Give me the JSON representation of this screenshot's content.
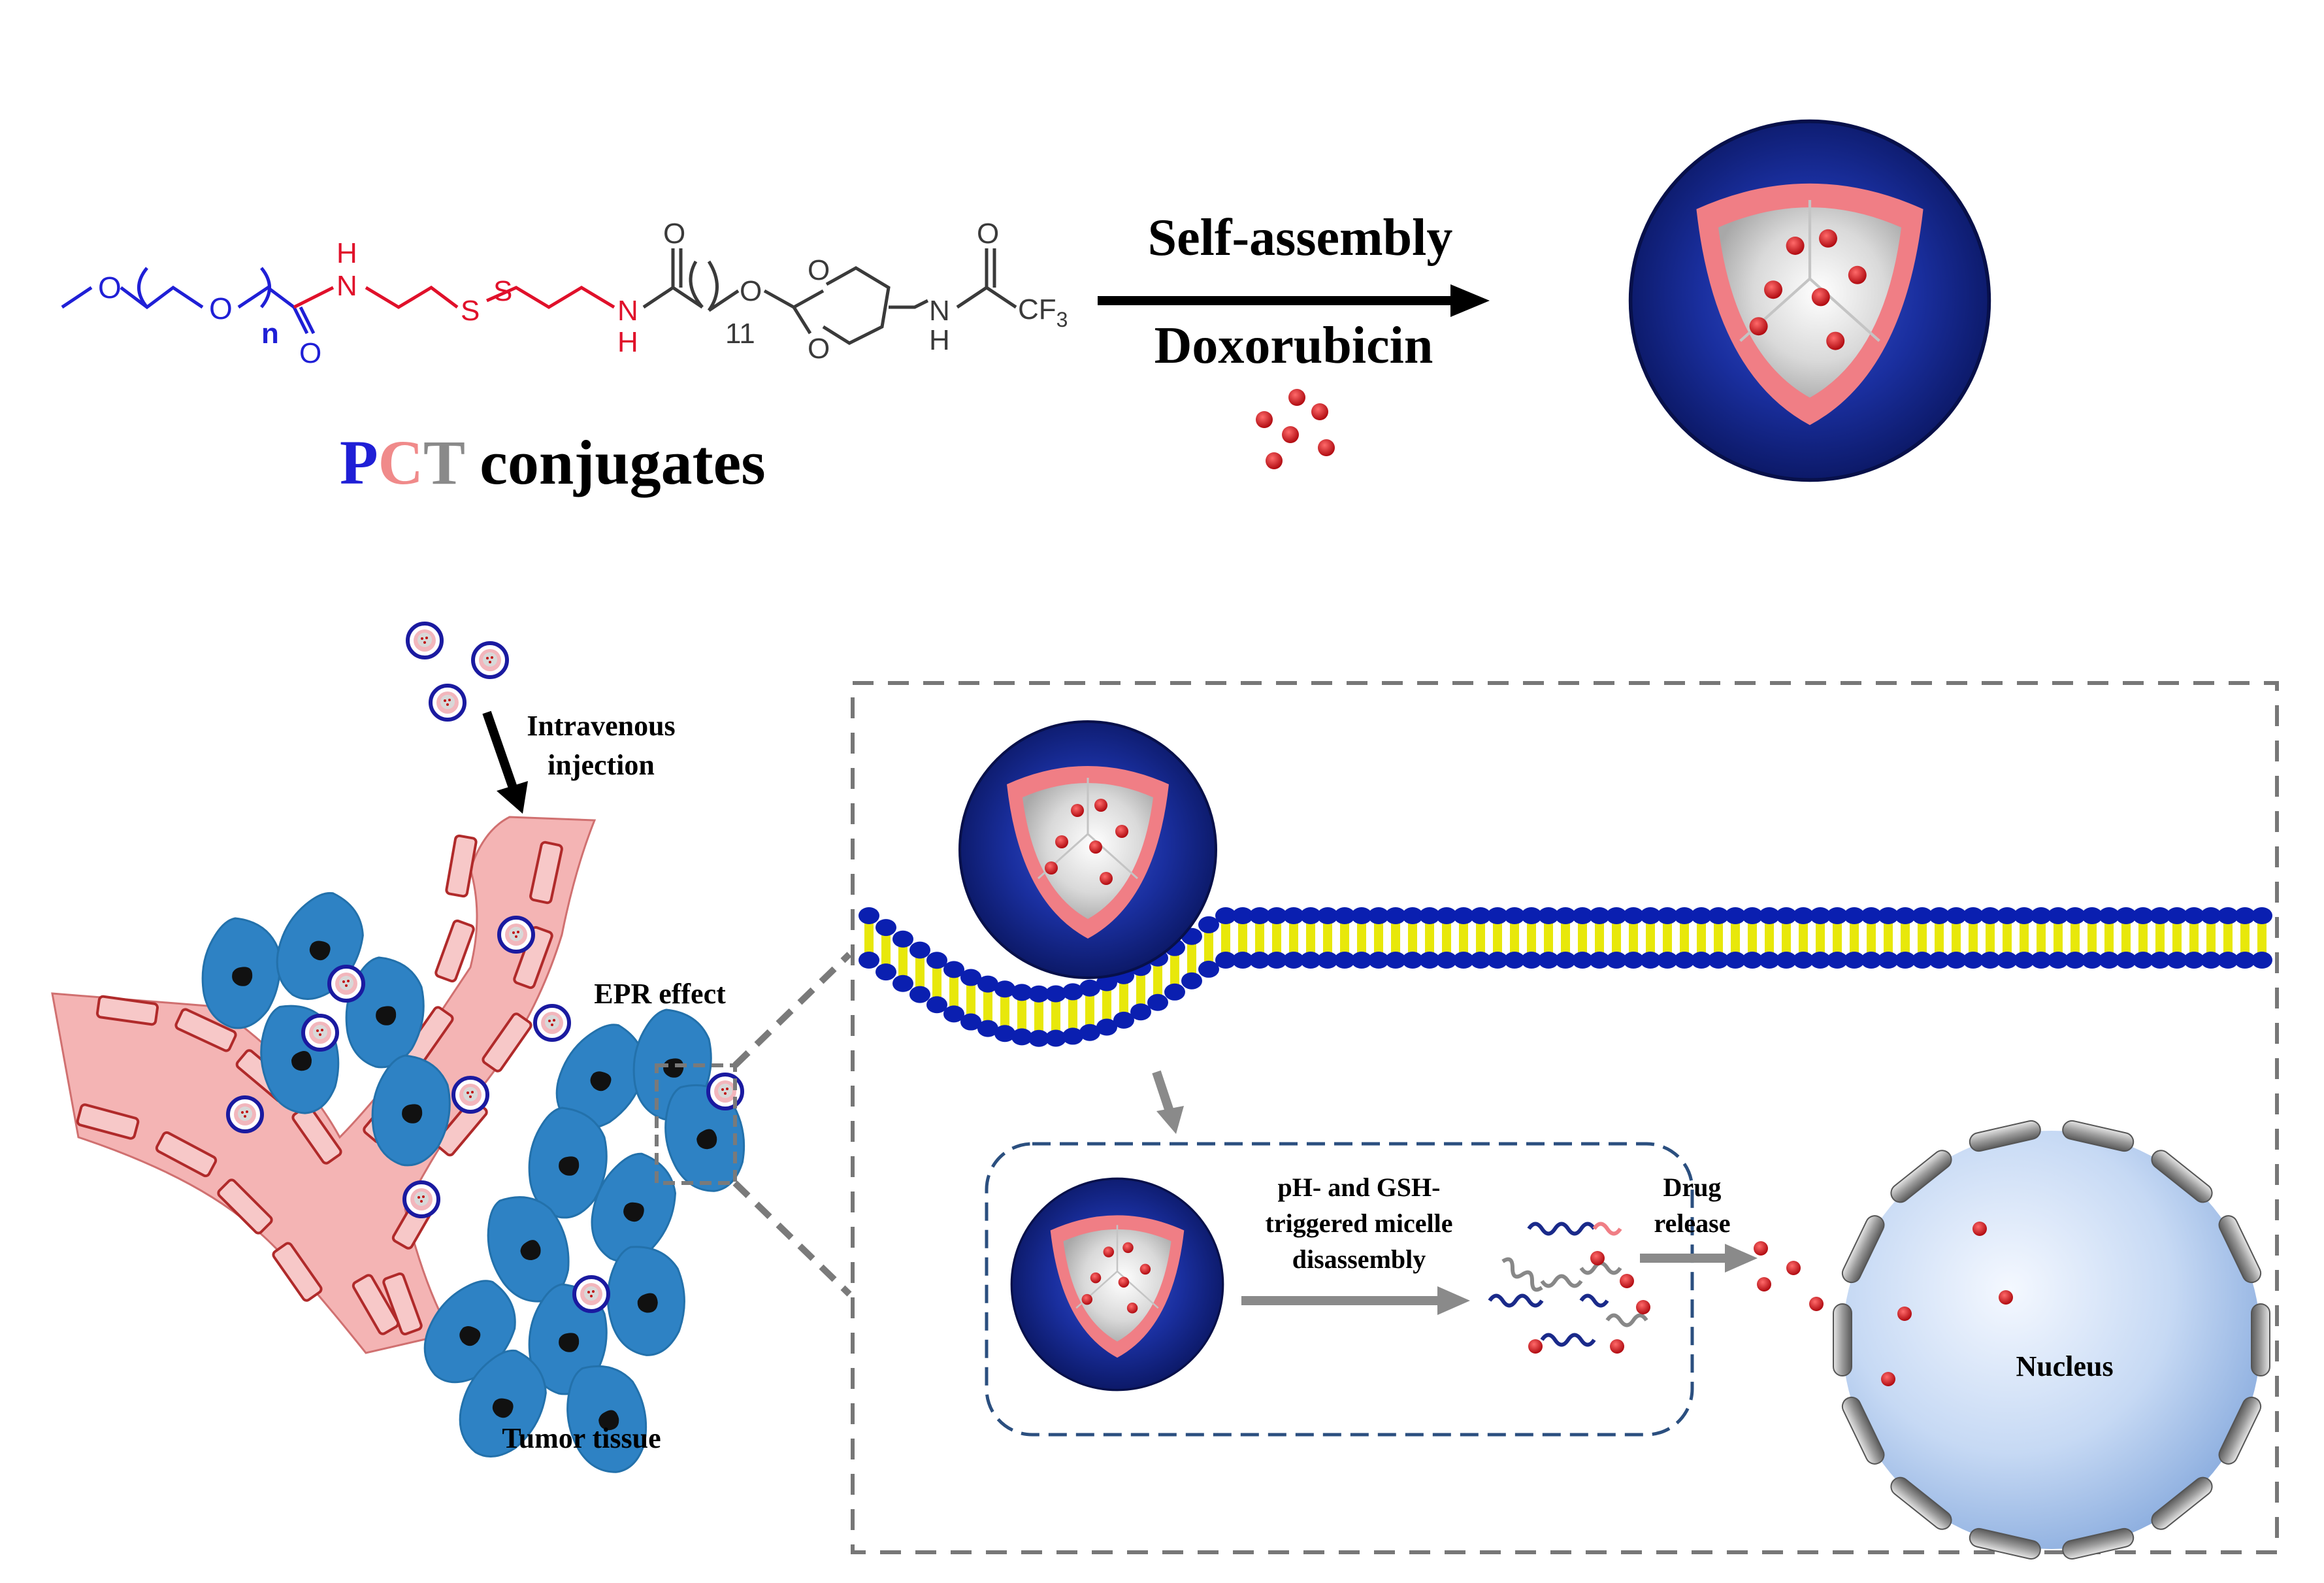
{
  "chemistry": {
    "peg_o_left": "O",
    "peg_o_right": "O",
    "peg_n": "n",
    "amide1_o": "O",
    "amide1_n": "N",
    "amide1_h": "H",
    "s_left": "S",
    "s_right": "S",
    "amide2_n": "N",
    "amide2_h": "H",
    "amide2_o": "O",
    "chain_o": "O",
    "chain_count": "11",
    "ring_o_top": "O",
    "ring_o_bottom": "O",
    "tfa_n": "N",
    "tfa_h": "H",
    "tfa_o": "O",
    "tfa_cf3": "CF",
    "tfa_sub": "3",
    "conjugate_p": "P",
    "conjugate_c": "C",
    "conjugate_t": "T",
    "conjugate_rest": " conjugates"
  },
  "top_arrow": {
    "above": "Self-assembly",
    "below": "Doxorubicin"
  },
  "labels": {
    "injection_line1": "Intravenous",
    "injection_line2": "injection",
    "epr": "EPR effect",
    "tumor": "Tumor tissue",
    "trigger_line1": "pH- and GSH-",
    "trigger_line2": "triggered micelle",
    "trigger_line3": "disassembly",
    "drug_line1": "Drug",
    "drug_line2": "release",
    "nucleus": "Nucleus"
  },
  "colors": {
    "peg_blue": "#1f1fd6",
    "linker_red": "#e0102a",
    "core_gray": "#3a3a3a",
    "shell_navy": "#0a1a6e",
    "core_pink": "#f28b8b",
    "drug_red": "#d7141b",
    "cell_blue": "#2f7fbf",
    "vessel_pink": "#f4b4b4",
    "vessel_cell": "#b02a2a",
    "membrane_blue": "#0a1fb0",
    "membrane_yellow": "#e8e80a",
    "nucleus_blue": "#bcd3f2"
  }
}
